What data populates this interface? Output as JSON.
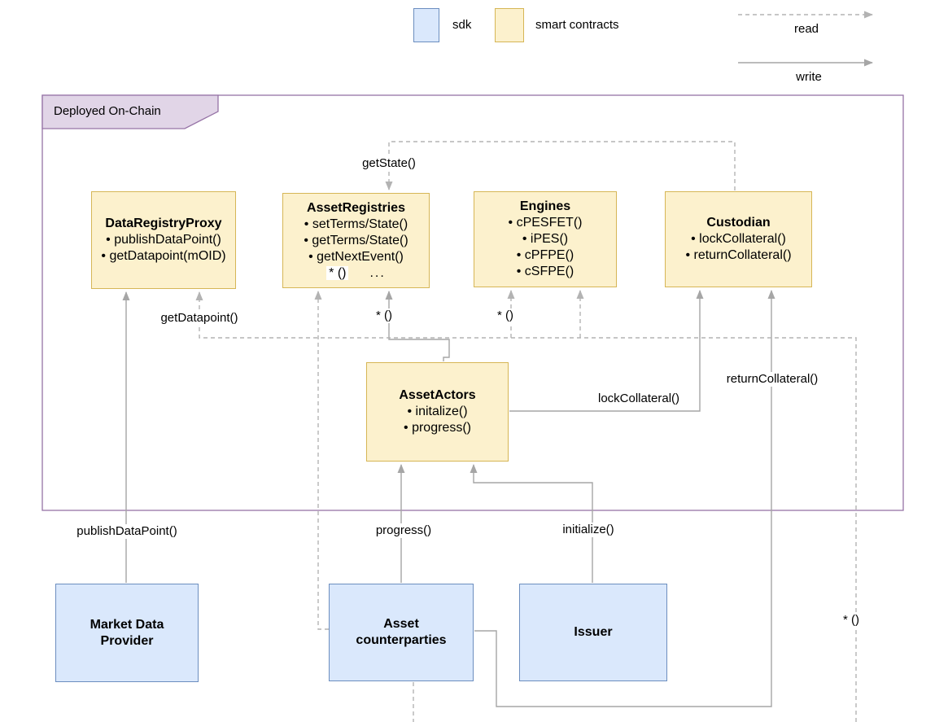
{
  "legend": {
    "sdk_label": "sdk",
    "contracts_label": "smart contracts",
    "read_label": "read",
    "write_label": "write"
  },
  "container": {
    "label": "Deployed On-Chain"
  },
  "colors": {
    "sdk_fill": "#dae8fc",
    "sdk_border": "#6c8ebf",
    "contract_fill": "#fcf1cd",
    "contract_border": "#d6b656",
    "container_border": "#9673a6",
    "container_tab_fill": "#e1d5e7",
    "solid_line": "#a6a6a6",
    "dashed_line": "#b3b3b3"
  },
  "contracts": [
    {
      "title": "DataRegistryProxy",
      "items": [
        "• publishDataPoint()",
        "• getDatapoint(mOID)"
      ]
    },
    {
      "title": "AssetRegistries",
      "items": [
        "• setTerms/State()",
        "• getTerms/State()",
        "• getNextEvent()"
      ],
      "footer_label": "* ()",
      "footer_more": "..."
    },
    {
      "title": "Engines",
      "items": [
        "• cPESFET()",
        "• iPES()",
        "• cPFPE()",
        "• cSFPE()"
      ]
    },
    {
      "title": "Custodian",
      "items": [
        "• lockCollateral()",
        "• returnCollateral()"
      ]
    },
    {
      "title": "AssetActors",
      "items": [
        "• initalize()",
        "• progress()"
      ]
    }
  ],
  "actors": [
    {
      "title": "Market Data Provider"
    },
    {
      "title": "Asset counterparties"
    },
    {
      "title": "Issuer"
    }
  ],
  "edges": {
    "get_state": "getState()",
    "get_datapoint": "getDatapoint()",
    "write_star": "* ()",
    "engines_star": "* ()",
    "publish_datapoint": "publishDataPoint()",
    "progress": "progress()",
    "initialize": "initialize()",
    "lock_collateral": "lockCollateral()",
    "return_collateral": "returnCollateral()",
    "bottom_star": "* ()"
  }
}
